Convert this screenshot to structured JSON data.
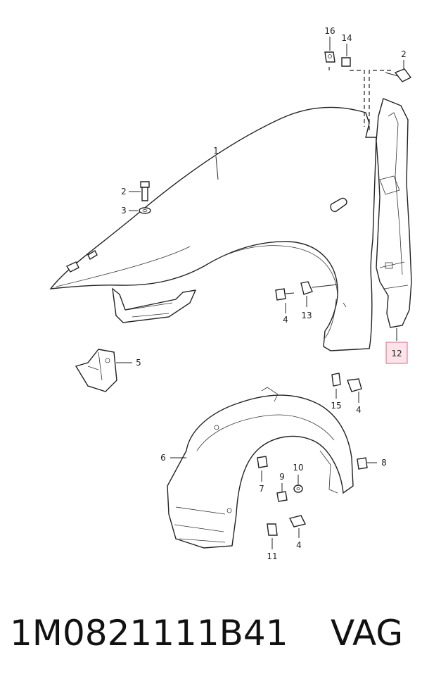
{
  "callouts": {
    "c16": "16",
    "c14": "14",
    "c2a": "2",
    "c1": "1",
    "c2b": "2",
    "c3": "3",
    "c4a": "4",
    "c13": "13",
    "c12": "12",
    "c5": "5",
    "c15": "15",
    "c4b": "4",
    "c6": "6",
    "c8": "8",
    "c9": "9",
    "c10": "10",
    "c7": "7",
    "c11": "11",
    "c4c": "4"
  },
  "footer": {
    "part_number": "1M0821111B41",
    "brand": "VAG"
  },
  "colors": {
    "highlight_fill": "#fbe3ea",
    "highlight_border": "#d86a86",
    "line": "#222222"
  }
}
